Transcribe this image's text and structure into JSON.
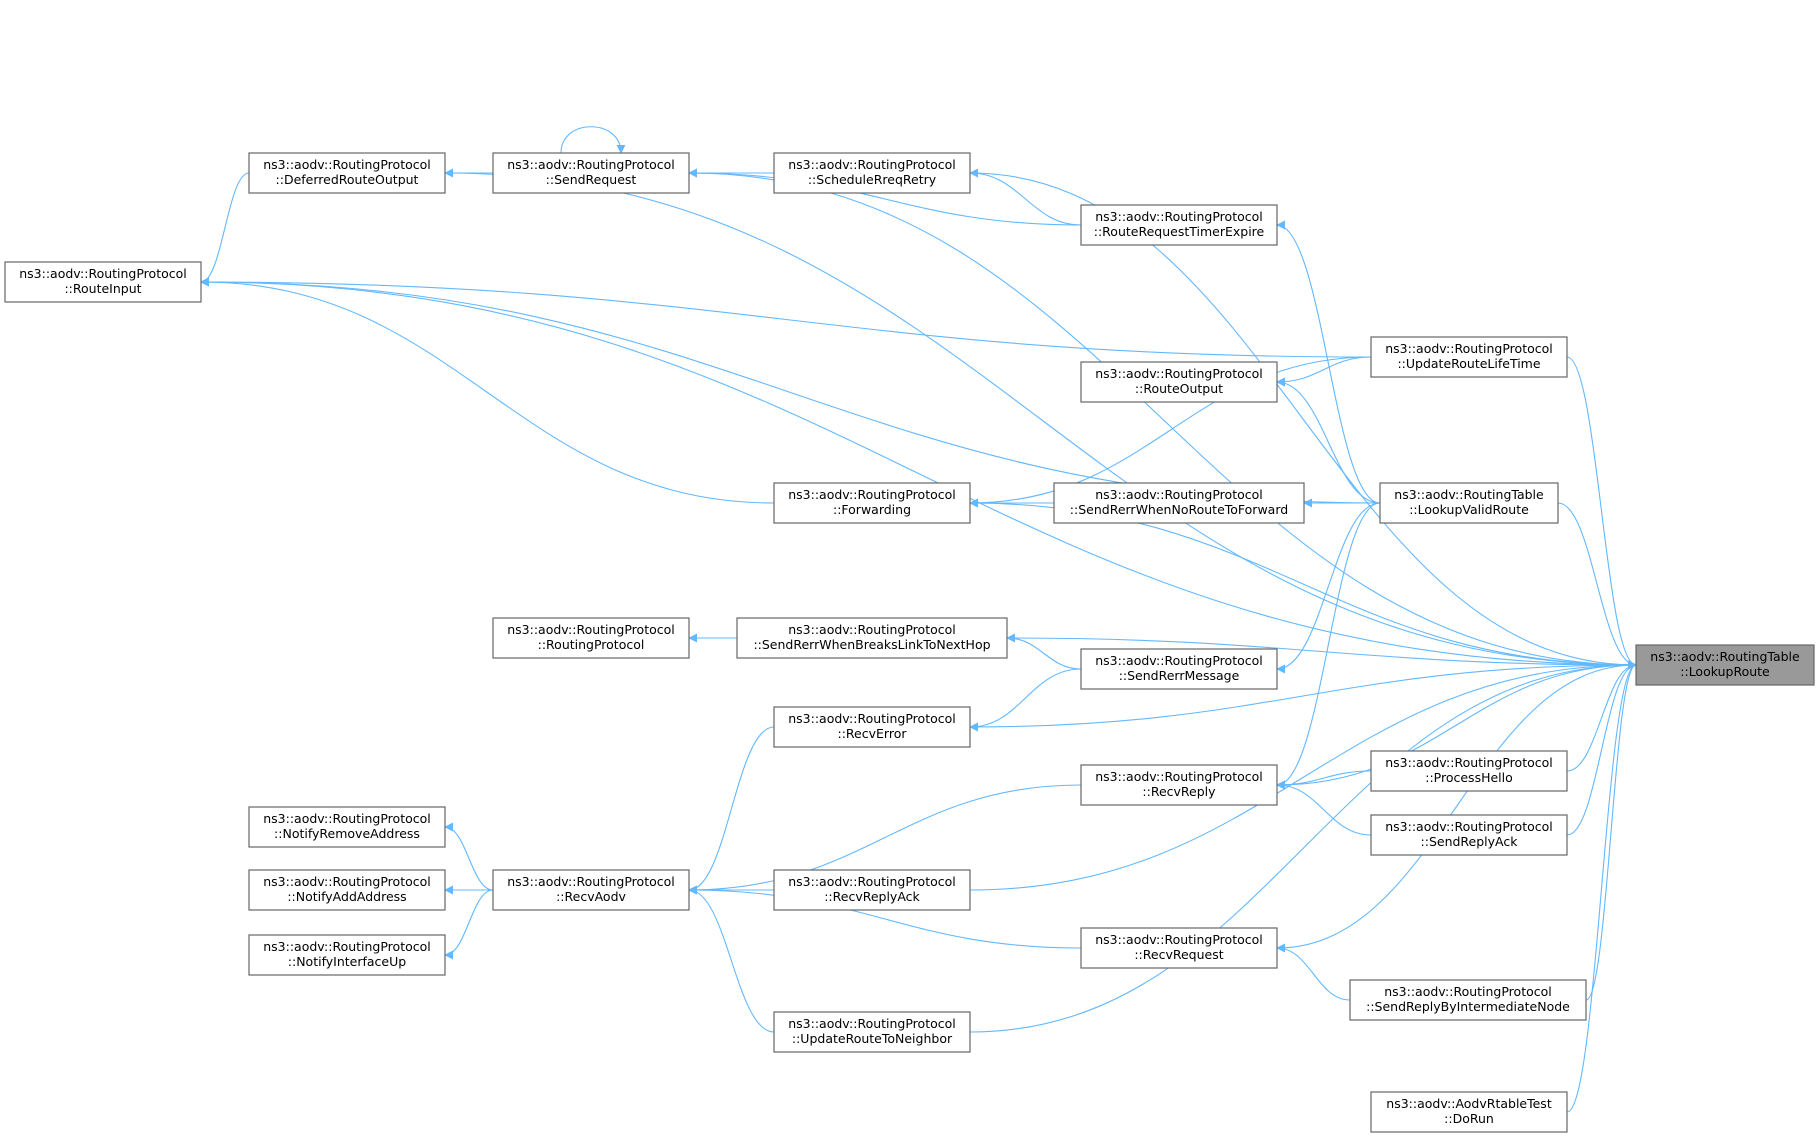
{
  "colors": {
    "edge": "#63b8ff",
    "node_border": "#666666",
    "focus_fill": "#999999",
    "node_fill": "#ffffff",
    "text": "#000000"
  },
  "nodes": [
    {
      "id": "lookup_route",
      "label": [
        "ns3::aodv::RoutingTable",
        "::LookupRoute"
      ],
      "focus": true
    },
    {
      "id": "route_input",
      "label": [
        "ns3::aodv::RoutingProtocol",
        "::RouteInput"
      ]
    },
    {
      "id": "deferred_route_output",
      "label": [
        "ns3::aodv::RoutingProtocol",
        "::DeferredRouteOutput"
      ]
    },
    {
      "id": "send_request",
      "label": [
        "ns3::aodv::RoutingProtocol",
        "::SendRequest"
      ]
    },
    {
      "id": "schedule_rreq_retry",
      "label": [
        "ns3::aodv::RoutingProtocol",
        "::ScheduleRreqRetry"
      ]
    },
    {
      "id": "route_request_timer_expire",
      "label": [
        "ns3::aodv::RoutingProtocol",
        "::RouteRequestTimerExpire"
      ]
    },
    {
      "id": "update_route_life_time",
      "label": [
        "ns3::aodv::RoutingProtocol",
        "::UpdateRouteLifeTime"
      ]
    },
    {
      "id": "route_output",
      "label": [
        "ns3::aodv::RoutingProtocol",
        "::RouteOutput"
      ]
    },
    {
      "id": "lookup_valid_route",
      "label": [
        "ns3::aodv::RoutingTable",
        "::LookupValidRoute"
      ]
    },
    {
      "id": "forwarding",
      "label": [
        "ns3::aodv::RoutingProtocol",
        "::Forwarding"
      ]
    },
    {
      "id": "send_rerr_no_route",
      "label": [
        "ns3::aodv::RoutingProtocol",
        "::SendRerrWhenNoRouteToForward"
      ]
    },
    {
      "id": "routing_protocol_ctor",
      "label": [
        "ns3::aodv::RoutingProtocol",
        "::RoutingProtocol"
      ]
    },
    {
      "id": "send_rerr_breaks_link",
      "label": [
        "ns3::aodv::RoutingProtocol",
        "::SendRerrWhenBreaksLinkToNextHop"
      ]
    },
    {
      "id": "send_rerr_message",
      "label": [
        "ns3::aodv::RoutingProtocol",
        "::SendRerrMessage"
      ]
    },
    {
      "id": "recv_error",
      "label": [
        "ns3::aodv::RoutingProtocol",
        "::RecvError"
      ]
    },
    {
      "id": "recv_reply",
      "label": [
        "ns3::aodv::RoutingProtocol",
        "::RecvReply"
      ]
    },
    {
      "id": "process_hello",
      "label": [
        "ns3::aodv::RoutingProtocol",
        "::ProcessHello"
      ]
    },
    {
      "id": "send_reply_ack",
      "label": [
        "ns3::aodv::RoutingProtocol",
        "::SendReplyAck"
      ]
    },
    {
      "id": "notify_remove_address",
      "label": [
        "ns3::aodv::RoutingProtocol",
        "::NotifyRemoveAddress"
      ]
    },
    {
      "id": "notify_add_address",
      "label": [
        "ns3::aodv::RoutingProtocol",
        "::NotifyAddAddress"
      ]
    },
    {
      "id": "notify_interface_up",
      "label": [
        "ns3::aodv::RoutingProtocol",
        "::NotifyInterfaceUp"
      ]
    },
    {
      "id": "recv_aodv",
      "label": [
        "ns3::aodv::RoutingProtocol",
        "::RecvAodv"
      ]
    },
    {
      "id": "recv_reply_ack",
      "label": [
        "ns3::aodv::RoutingProtocol",
        "::RecvReplyAck"
      ]
    },
    {
      "id": "recv_request",
      "label": [
        "ns3::aodv::RoutingProtocol",
        "::RecvRequest"
      ]
    },
    {
      "id": "send_reply_by_intermediate",
      "label": [
        "ns3::aodv::RoutingProtocol",
        "::SendReplyByIntermediateNode"
      ]
    },
    {
      "id": "update_route_to_neighbor",
      "label": [
        "ns3::aodv::RoutingProtocol",
        "::UpdateRouteToNeighbor"
      ]
    },
    {
      "id": "aodv_rtable_test",
      "label": [
        "ns3::aodv::AodvRtableTest",
        "::DoRun"
      ]
    }
  ],
  "edges": [
    {
      "from": "route_input",
      "to": "lookup_route"
    },
    {
      "from": "deferred_route_output",
      "to": "lookup_route"
    },
    {
      "from": "deferred_route_output",
      "to": "route_input"
    },
    {
      "from": "send_request",
      "to": "lookup_route"
    },
    {
      "from": "send_request",
      "to": "deferred_route_output"
    },
    {
      "from": "send_request",
      "to": "send_request"
    },
    {
      "from": "schedule_rreq_retry",
      "to": "lookup_route"
    },
    {
      "from": "schedule_rreq_retry",
      "to": "send_request"
    },
    {
      "from": "route_request_timer_expire",
      "to": "schedule_rreq_retry"
    },
    {
      "from": "route_request_timer_expire",
      "to": "send_request"
    },
    {
      "from": "lookup_valid_route",
      "to": "route_request_timer_expire"
    },
    {
      "from": "update_route_life_time",
      "to": "lookup_route"
    },
    {
      "from": "update_route_life_time",
      "to": "route_input"
    },
    {
      "from": "update_route_life_time",
      "to": "route_output"
    },
    {
      "from": "update_route_life_time",
      "to": "forwarding"
    },
    {
      "from": "lookup_valid_route",
      "to": "lookup_route"
    },
    {
      "from": "lookup_valid_route",
      "to": "route_output"
    },
    {
      "from": "lookup_valid_route",
      "to": "route_input"
    },
    {
      "from": "lookup_valid_route",
      "to": "send_rerr_no_route"
    },
    {
      "from": "lookup_valid_route",
      "to": "send_rerr_message"
    },
    {
      "from": "lookup_valid_route",
      "to": "recv_reply"
    },
    {
      "from": "send_rerr_no_route",
      "to": "forwarding"
    },
    {
      "from": "forwarding",
      "to": "route_input"
    },
    {
      "from": "forwarding",
      "to": "lookup_route"
    },
    {
      "from": "send_rerr_breaks_link",
      "to": "lookup_route"
    },
    {
      "from": "send_rerr_breaks_link",
      "to": "routing_protocol_ctor"
    },
    {
      "from": "send_rerr_message",
      "to": "send_rerr_breaks_link"
    },
    {
      "from": "send_rerr_message",
      "to": "recv_error"
    },
    {
      "from": "recv_error",
      "to": "lookup_route"
    },
    {
      "from": "recv_error",
      "to": "recv_aodv"
    },
    {
      "from": "recv_reply",
      "to": "lookup_route"
    },
    {
      "from": "recv_reply",
      "to": "recv_aodv"
    },
    {
      "from": "process_hello",
      "to": "lookup_route"
    },
    {
      "from": "process_hello",
      "to": "recv_reply"
    },
    {
      "from": "send_reply_ack",
      "to": "lookup_route"
    },
    {
      "from": "send_reply_ack",
      "to": "recv_reply"
    },
    {
      "from": "recv_aodv",
      "to": "notify_remove_address"
    },
    {
      "from": "recv_aodv",
      "to": "notify_add_address"
    },
    {
      "from": "recv_aodv",
      "to": "notify_interface_up"
    },
    {
      "from": "recv_reply_ack",
      "to": "lookup_route"
    },
    {
      "from": "recv_reply_ack",
      "to": "recv_aodv"
    },
    {
      "from": "recv_request",
      "to": "lookup_route"
    },
    {
      "from": "recv_request",
      "to": "recv_aodv"
    },
    {
      "from": "send_reply_by_intermediate",
      "to": "lookup_route"
    },
    {
      "from": "send_reply_by_intermediate",
      "to": "recv_request"
    },
    {
      "from": "update_route_to_neighbor",
      "to": "lookup_route"
    },
    {
      "from": "update_route_to_neighbor",
      "to": "recv_aodv"
    },
    {
      "from": "aodv_rtable_test",
      "to": "lookup_route"
    }
  ]
}
